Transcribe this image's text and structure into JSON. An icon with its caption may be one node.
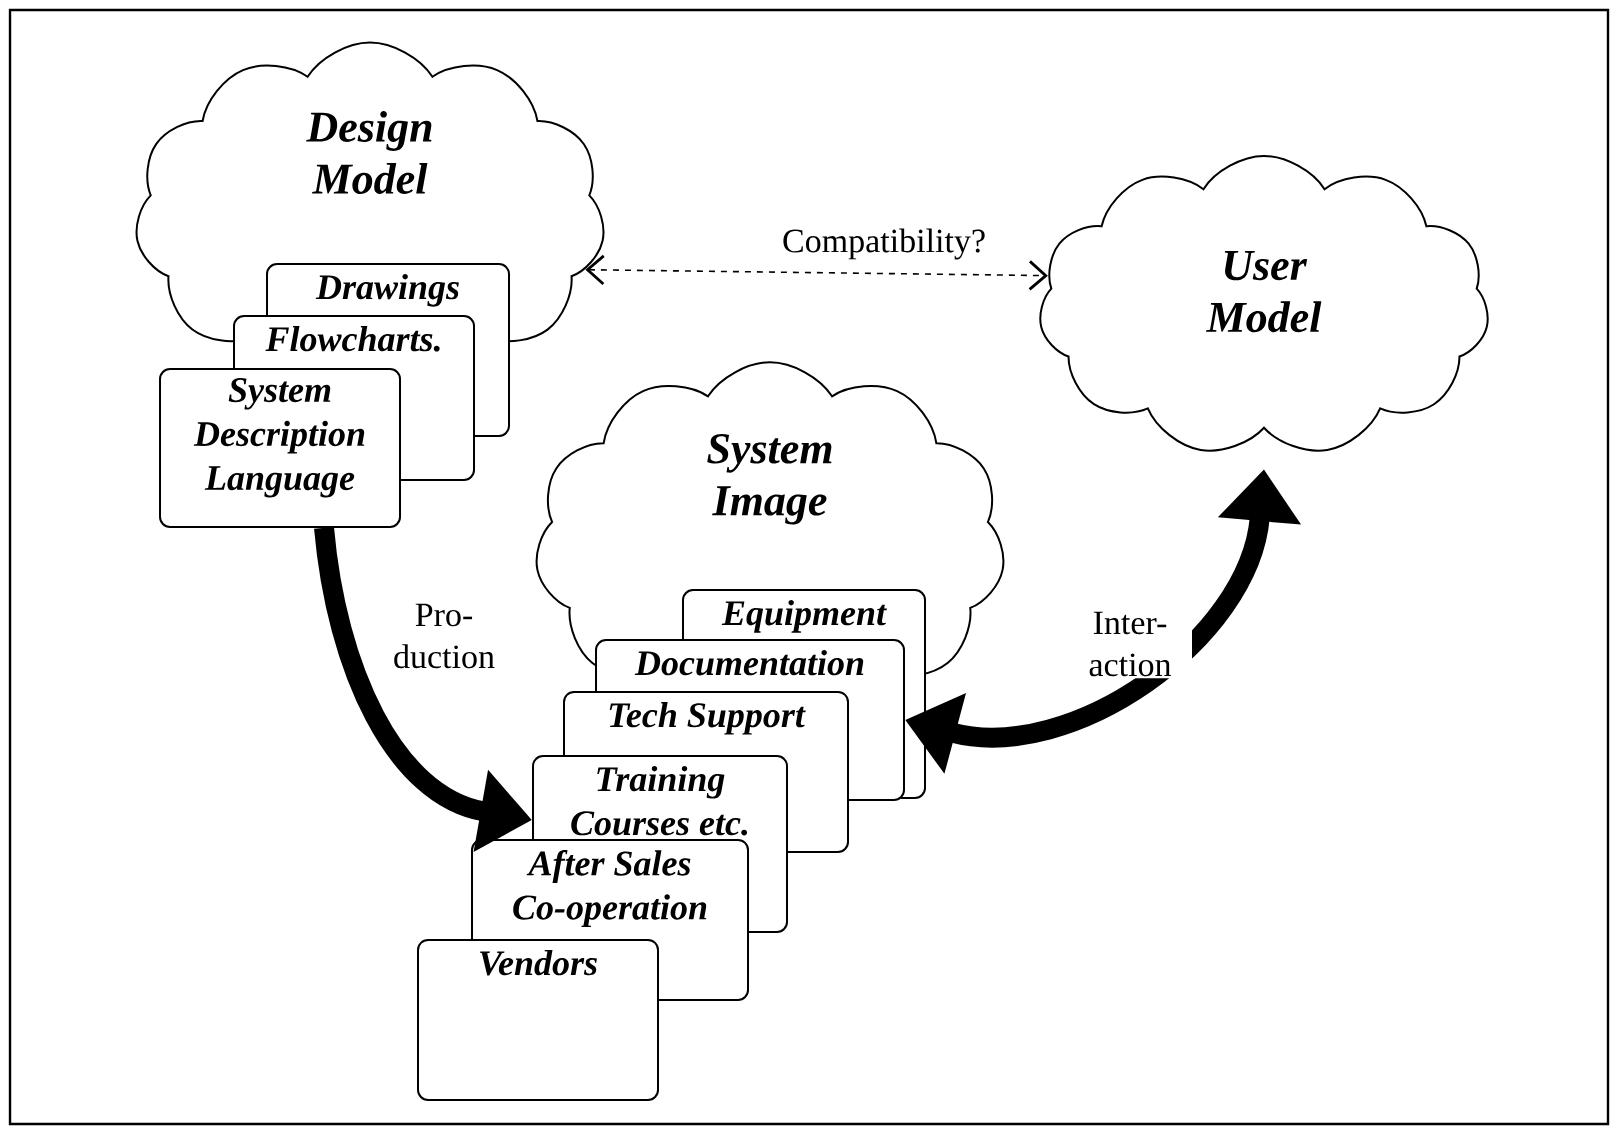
{
  "diagram": {
    "nodes": [
      {
        "text": [
          "Design Model"
        ]
      },
      {
        "text": [
          "Drawings"
        ]
      },
      {
        "text": [
          "Flowcharts."
        ]
      },
      {
        "text": [
          "System Description Language"
        ]
      },
      {
        "text": [
          "User Model"
        ]
      },
      {
        "text": [
          "System Image"
        ]
      },
      {
        "text": [
          "Equipment"
        ]
      },
      {
        "text": [
          "Documentation"
        ]
      },
      {
        "text": [
          "Tech Support"
        ]
      },
      {
        "text": [
          "Training Courses etc."
        ]
      },
      {
        "text": [
          "After Sales Co-operation"
        ]
      },
      {
        "text": [
          "Vendors"
        ]
      }
    ],
    "edges": [
      {
        "from": 0,
        "to": 4,
        "arrow": "both",
        "label": "Compatibility?",
        "style": "dashed"
      },
      {
        "from": 3,
        "to": 9,
        "arrow": "to",
        "label": "Pro- duction"
      },
      {
        "from": 7,
        "to": 4,
        "arrow": "both",
        "label": "Inter- action"
      }
    ]
  }
}
